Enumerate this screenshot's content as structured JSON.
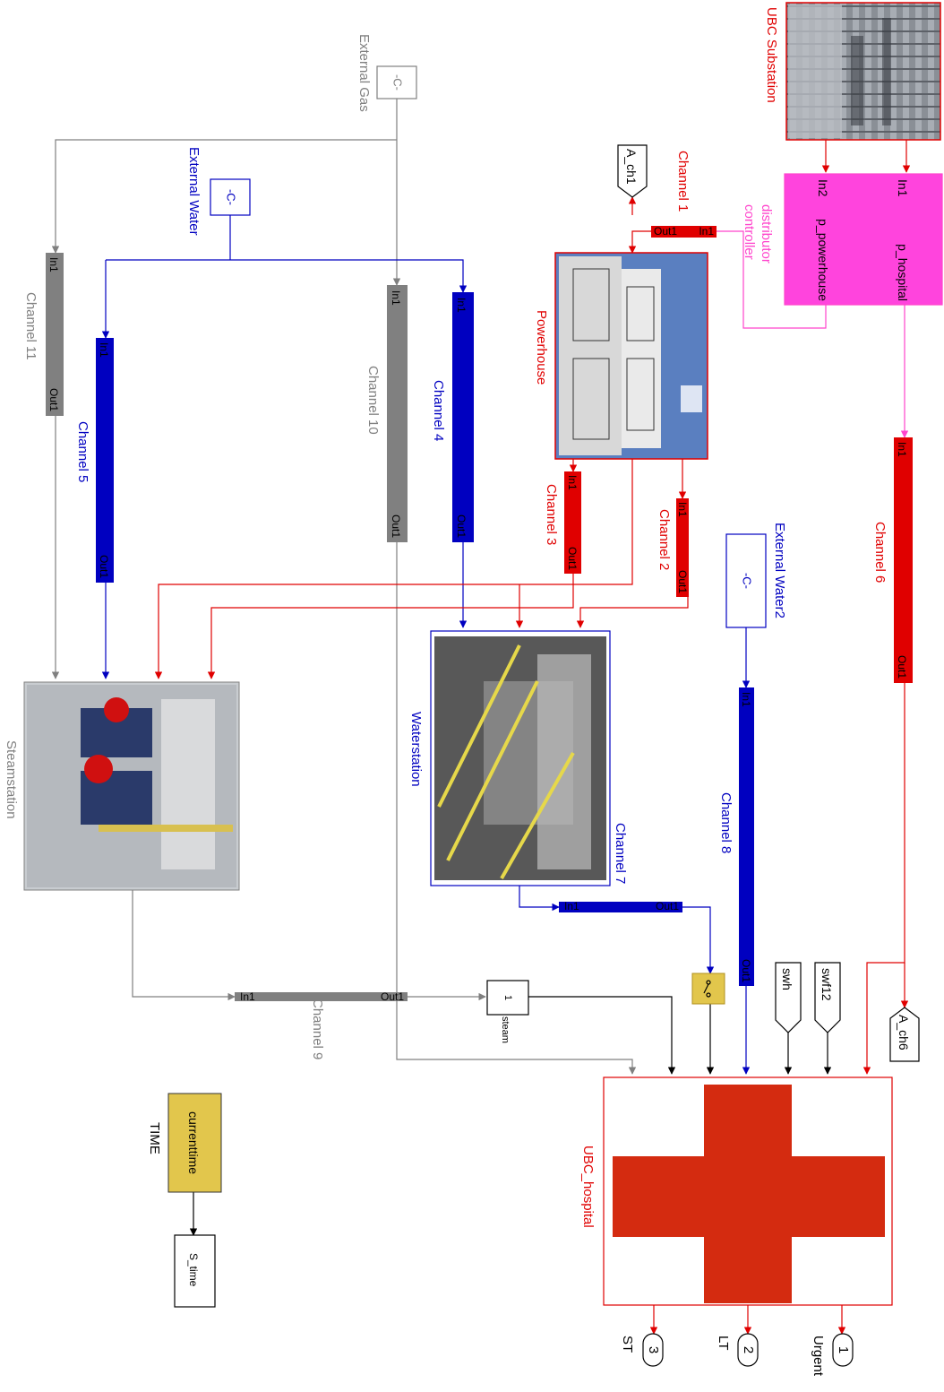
{
  "colors": {
    "red": "#e00000",
    "blue": "#0000c0",
    "gray": "#808080",
    "pink": "#ff44cc",
    "magenta": "#ff44dd",
    "yellow": "#e2c64c"
  },
  "external_gas": {
    "label": "External Gas",
    "value": "-C-"
  },
  "external_water": {
    "label": "External Water",
    "value": "-C-"
  },
  "external_water2": {
    "label": "External Water2",
    "value": "-C-"
  },
  "ubc_substation": {
    "label": "UBC Substation"
  },
  "distributor": {
    "label_line1": "distributor",
    "label_line2": "controller",
    "in1": "In1",
    "in2": "In2",
    "out1": "p_hospital",
    "out2": "p_powerhouse"
  },
  "channels": {
    "ch1": {
      "label": "Channel 1",
      "in": "In1",
      "out": "Out1"
    },
    "ch2": {
      "label": "Channel 2",
      "in": "In1",
      "out": "Out1"
    },
    "ch3": {
      "label": "Channel 3",
      "in": "In1",
      "out": "Out1"
    },
    "ch4": {
      "label": "Channel 4",
      "in": "In1",
      "out": "Out1"
    },
    "ch5": {
      "label": "Channel 5",
      "in": "In1",
      "out": "Out1"
    },
    "ch6": {
      "label": "Channel 6",
      "in": "In1",
      "out": "Out1"
    },
    "ch7": {
      "label": "Channel 7",
      "in": "In1",
      "out": "Out1"
    },
    "ch8": {
      "label": "Channel 8",
      "in": "In1",
      "out": "Out1"
    },
    "ch9": {
      "label": "Channel 9",
      "in": "In1",
      "out": "Out1"
    },
    "ch10": {
      "label": "Channel 10",
      "in": "In1",
      "out": "Out1"
    },
    "ch11": {
      "label": "Channel 11",
      "in": "In1",
      "out": "Out1"
    }
  },
  "goto_tags": {
    "a_ch1": "A_ch1",
    "a_ch6": "A_ch6"
  },
  "from_tags": {
    "swh": "swh",
    "swf12": "swf12"
  },
  "blocks": {
    "powerhouse": "Powerhouse",
    "waterstation": "Waterstation",
    "steamstation": "Steamstation",
    "hospital": "UBC_hospital"
  },
  "steam_port": {
    "number": "1",
    "name": "steam"
  },
  "time_block": {
    "label": "TIME",
    "value": "currenttime"
  },
  "s_time": {
    "value": "S_time"
  },
  "outports": [
    {
      "number": "1",
      "name": "Urgent"
    },
    {
      "number": "2",
      "name": "LT"
    },
    {
      "number": "3",
      "name": "ST"
    }
  ]
}
